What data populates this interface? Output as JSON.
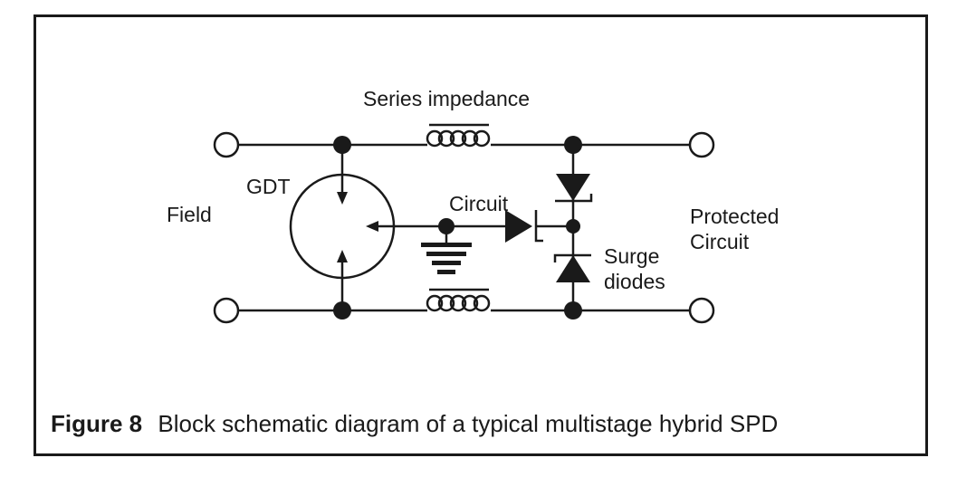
{
  "labels": {
    "series_impedance": "Series impedance",
    "gdt": "GDT",
    "field": "Field",
    "circuit": "Circuit",
    "protected_line1": "Protected",
    "protected_line2": "Circuit",
    "surge_line1": "Surge",
    "surge_line2": "diodes"
  },
  "caption": {
    "figure_label": "Figure 8",
    "text": "Block schematic diagram of a typical multistage hybrid SPD"
  }
}
